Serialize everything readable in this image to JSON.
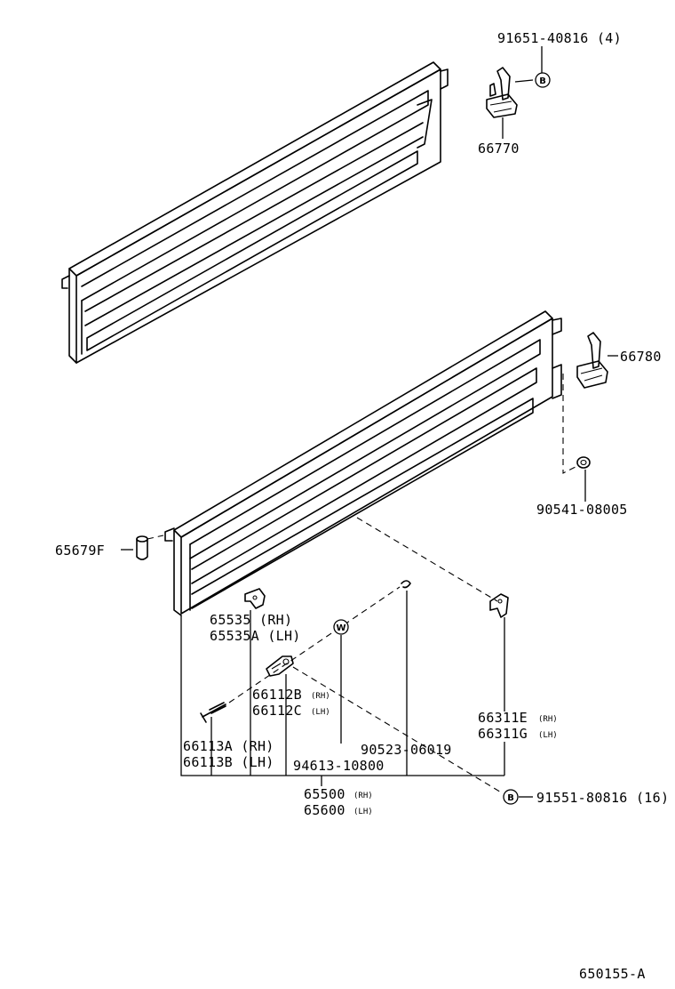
{
  "diagram": {
    "labels": {
      "p91651": "91651-40816 (4)",
      "p66770": "66770",
      "p66780": "66780",
      "p90541": "90541-08005",
      "p65679F": "65679F",
      "p65535": "65535  (RH)",
      "p65535A": "65535A (LH)",
      "p66112B": "66112B",
      "p66112B_rh": "(RH)",
      "p66112C": "66112C",
      "p66112C_lh": "(LH)",
      "p66311E": "66311E",
      "p66311E_rh": "(RH)",
      "p66311G": "66311G",
      "p66311G_lh": "(LH)",
      "p66113A": "66113A (RH)",
      "p66113B": "66113B (LH)",
      "p94613": "94613-10800",
      "p90523": "90523-06019",
      "p65500": "65500",
      "p65500_rh": "(RH)",
      "p65600": "65600",
      "p65600_lh": "(LH)",
      "p91551": "91551-80816 (16)",
      "figure_code": "650155-A"
    },
    "symbols": {
      "b_top": "B",
      "b_bottom": "B",
      "w_mid": "W"
    }
  }
}
